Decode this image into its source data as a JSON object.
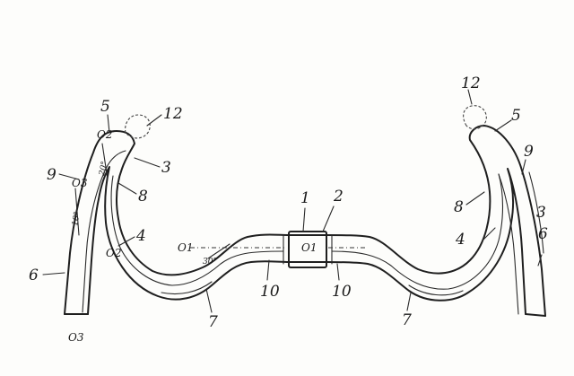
{
  "labels": {
    "n1": "1",
    "n2": "2",
    "n3_left": "3",
    "n3_right": "3",
    "n4_left": "4",
    "n4_right": "4",
    "n5_left": "5",
    "n5_right": "5",
    "n6_left": "6",
    "n6_right": "6",
    "n7_left": "7",
    "n7_right": "7",
    "n8_left": "8",
    "n8_right": "8",
    "n9_left": "9",
    "n9_right": "9",
    "n10_left": "10",
    "n10_right": "10",
    "n12_left": "12",
    "n12_right": "12",
    "o1_left": "O1",
    "o1_center": "O1",
    "o2_top": "O2",
    "o2_mid": "O2",
    "o3_mid": "O3",
    "o3_bottom": "O3",
    "angle_30": "30°",
    "angle_20": "20°",
    "angle_10": "10°"
  }
}
